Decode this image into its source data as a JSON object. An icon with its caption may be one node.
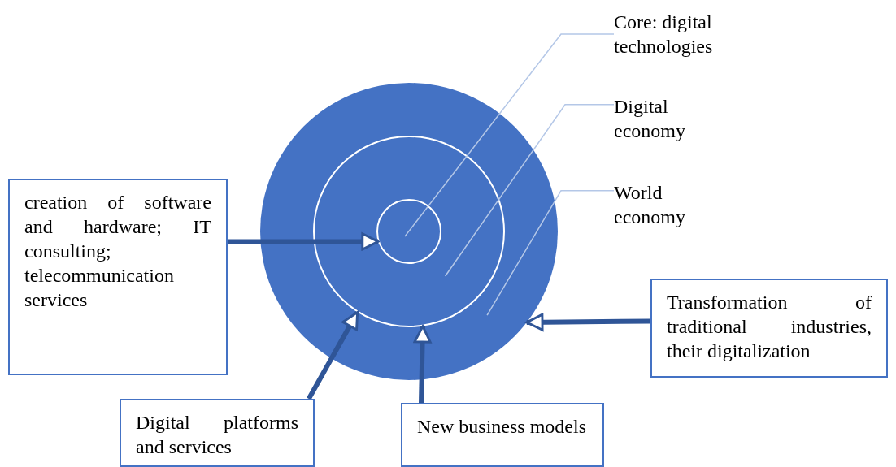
{
  "diagram": {
    "nodes": [
      {
        "text": [],
        "shape": "circle"
      },
      {
        "text": [],
        "shape": "circle",
        "in": 0
      },
      {
        "text": [],
        "shape": "circle",
        "in": 1
      },
      {
        "text": [
          "Core: digital technologies"
        ]
      },
      {
        "text": [
          "Digital economy"
        ]
      },
      {
        "text": [
          "World economy"
        ]
      },
      {
        "text": [
          "creation of software and hardware; IT consulting; telecommunication services"
        ]
      },
      {
        "text": [
          "Digital platforms and services"
        ]
      },
      {
        "text": [
          "New business models"
        ]
      },
      {
        "text": [
          "Transformation of traditional industries, their digitalization"
        ]
      }
    ],
    "edges": [
      {
        "from": 3,
        "to": 2,
        "arrow": "none",
        "color": "#b4c7e7"
      },
      {
        "from": 4,
        "to": 1,
        "arrow": "none",
        "color": "#b4c7e7"
      },
      {
        "from": 5,
        "to": 0,
        "arrow": "none",
        "color": "#b4c7e7"
      },
      {
        "from": 6,
        "to": 2,
        "arrow": "to"
      },
      {
        "from": 7,
        "to": 1,
        "arrow": "to"
      },
      {
        "from": 8,
        "to": 1,
        "arrow": "to"
      },
      {
        "from": 9,
        "to": 0,
        "arrow": "to"
      }
    ]
  }
}
